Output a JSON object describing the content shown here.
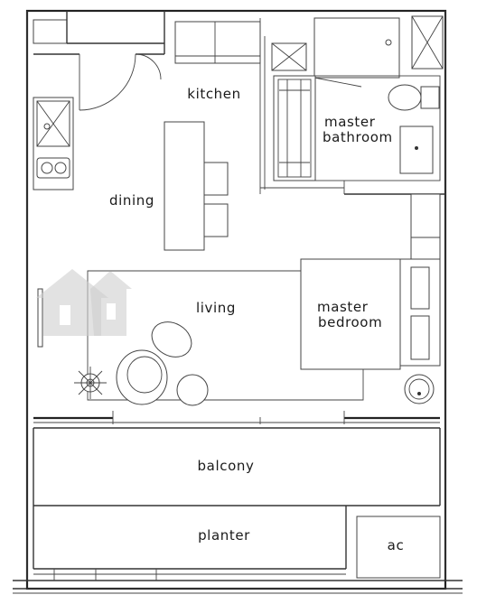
{
  "rooms": {
    "kitchen": "kitchen",
    "master_bathroom_line1": "master",
    "master_bathroom_line2": "bathroom",
    "dining": "dining",
    "living": "living",
    "master_bedroom_line1": "master",
    "master_bedroom_line2": "bedroom",
    "balcony": "balcony",
    "planter": "planter",
    "ac": "ac"
  }
}
